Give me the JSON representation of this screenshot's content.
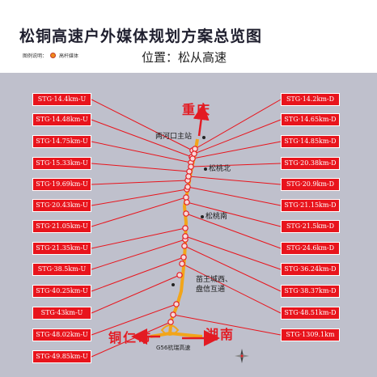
{
  "header": {
    "title": "松铜高速户外媒体规划方案总览图",
    "legend_label": "图例说明：",
    "legend_item": "高杆媒体",
    "position_text": "位置：松从高速"
  },
  "map": {
    "left_labels": [
      "STG·14.4km-U",
      "STG·14.48km-U",
      "STG·14.75km-U",
      "STG·15.33km-U",
      "STG·19.69km-U",
      "STG·20.43km-U",
      "STG·21.05km-U",
      "STG·21.35km-U",
      "STG·38.5km-U",
      "STG·40.25km-U",
      "STG·43km-U",
      "STG·48.02km-U",
      "STG·49.85km-U"
    ],
    "right_labels": [
      "STG·14.2km-D",
      "STG·14.65km-D",
      "STG·14.85km-D",
      "STG·20.38km-D",
      "STG·20.9km-D",
      "STG·21.15km-D",
      "STG·21.5km-D",
      "STG·24.6km-D",
      "STG·36.24km-D",
      "STG·38.37km-D",
      "STG·48.51km-D",
      "STG·1309.1km"
    ],
    "places": {
      "lianghekou": "两河口主站",
      "songtaobei": "松桃北",
      "songtaonan": "松桃南",
      "miaowang": "苗王城西、",
      "panxin": "盘信互通",
      "g56": "G56杭瑞高速"
    },
    "cities": {
      "chongqing": "重庆",
      "tongren": "铜仁市",
      "hunan": "湖南"
    },
    "colors": {
      "label_bg": "#e8141c",
      "band": "#bfc0cc",
      "route": "#f2a51a",
      "leader": "#e8141c",
      "arrow": "#e31b23"
    }
  }
}
